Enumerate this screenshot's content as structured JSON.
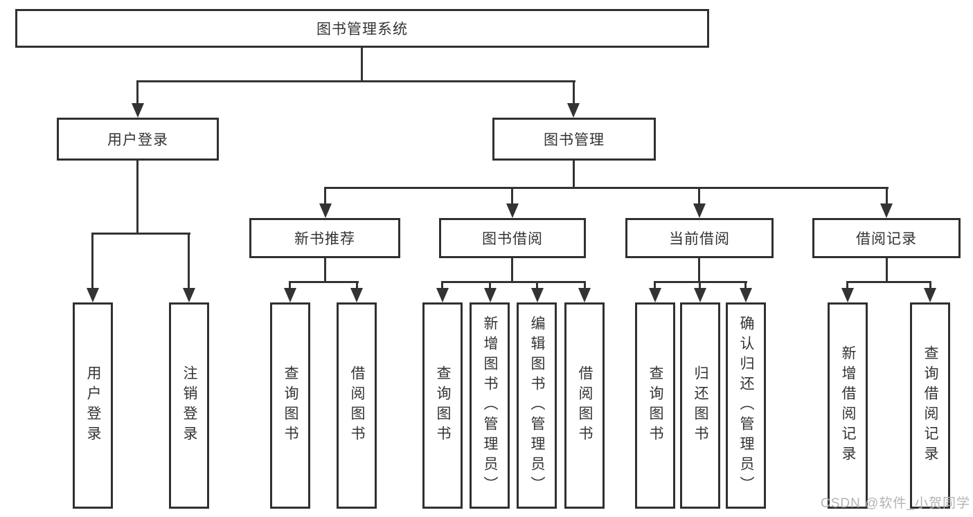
{
  "tree": {
    "label": "图书管理系统",
    "children": [
      {
        "label": "用户登录",
        "children": [
          {
            "label": "用户登录"
          },
          {
            "label": "注销登录"
          }
        ]
      },
      {
        "label": "图书管理",
        "children": [
          {
            "label": "新书推荐",
            "children": [
              {
                "label": "查询图书"
              },
              {
                "label": "借阅图书"
              }
            ]
          },
          {
            "label": "图书借阅",
            "children": [
              {
                "label": "查询图书"
              },
              {
                "label": "新增图书（管理员）"
              },
              {
                "label": "编辑图书（管理员）"
              },
              {
                "label": "借阅图书"
              }
            ]
          },
          {
            "label": "当前借阅",
            "children": [
              {
                "label": "查询图书"
              },
              {
                "label": "归还图书"
              },
              {
                "label": "确认归还（管理员）"
              }
            ]
          },
          {
            "label": "借阅记录",
            "children": [
              {
                "label": "新增借阅记录"
              },
              {
                "label": "查询借阅记录"
              }
            ]
          }
        ]
      }
    ]
  },
  "watermark": "CSDN @软件_小贺同学",
  "colors": {
    "line": "#333333",
    "box_border": "#303030",
    "box_background": "#ffffff",
    "text": "#333333",
    "watermark": "#b3b3b3",
    "background": "#ffffff"
  }
}
